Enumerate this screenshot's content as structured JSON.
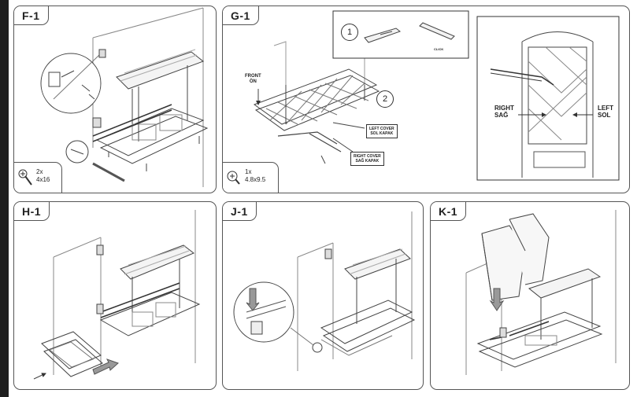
{
  "panels": {
    "f1": {
      "title": "F-1",
      "screw_qty": "2x",
      "screw_size": "4x16",
      "screw_icon": "screw-icon"
    },
    "g1": {
      "title": "G-1",
      "screw_qty": "1x",
      "screw_size": "4.8x9.5",
      "screw_icon": "screw-icon",
      "front_label": "FRONT\nÖN",
      "step1": "1",
      "step2": "2",
      "click_label": "CLICK",
      "left_cover": "LEFT COVER\nSOL KAPAK",
      "right_cover": "RIGHT COVER\nSAĞ KAPAK",
      "detail_right": "RIGHT\nSAĞ",
      "detail_left": "LEFT\nSOL"
    },
    "h1": {
      "title": "H-1"
    },
    "j1": {
      "title": "J-1"
    },
    "k1": {
      "title": "K-1"
    }
  }
}
